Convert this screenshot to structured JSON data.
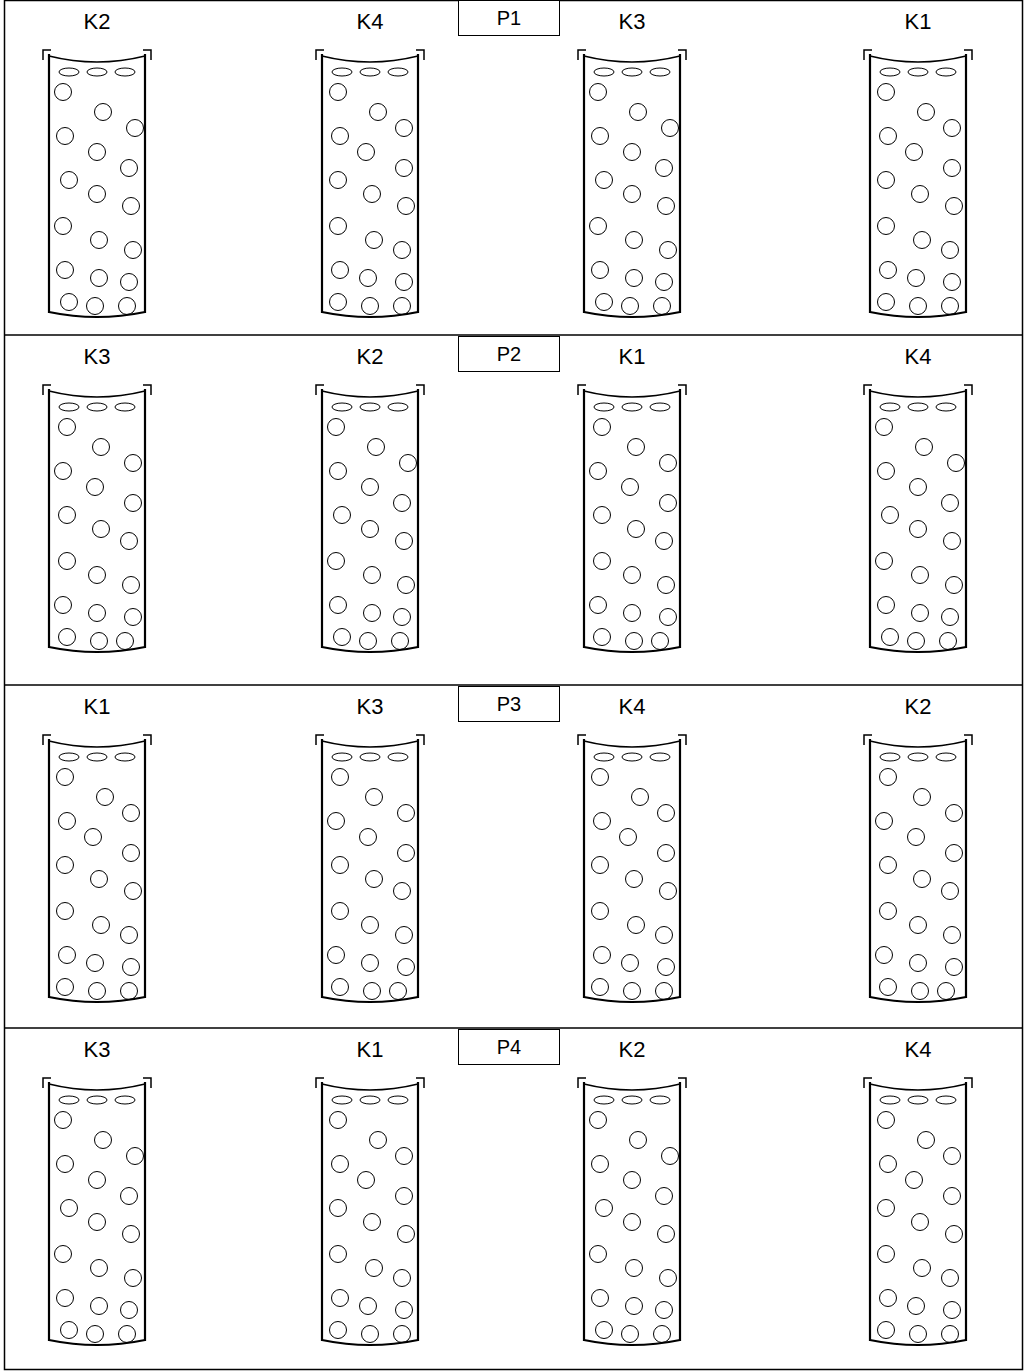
{
  "diagram": {
    "nodes": [
      {
        "text": [
          "K2"
        ]
      },
      {
        "text": [
          "K4"
        ]
      },
      {
        "text": [
          "P1"
        ]
      },
      {
        "text": [
          "K3"
        ]
      },
      {
        "text": [
          "K1"
        ]
      },
      {
        "text": [
          "K3"
        ]
      },
      {
        "text": [
          "K2"
        ]
      },
      {
        "text": [
          "P2"
        ]
      },
      {
        "text": [
          "K1"
        ]
      },
      {
        "text": [
          "K4"
        ]
      },
      {
        "text": [
          "K1"
        ]
      },
      {
        "text": [
          "K3"
        ]
      },
      {
        "text": [
          "P3"
        ]
      },
      {
        "text": [
          "K4"
        ]
      },
      {
        "text": [
          "K2"
        ]
      },
      {
        "text": [
          "K3"
        ]
      },
      {
        "text": [
          "K1"
        ]
      },
      {
        "text": [
          "P4"
        ]
      },
      {
        "text": [
          "K2"
        ]
      },
      {
        "text": [
          "K4"
        ]
      }
    ]
  }
}
